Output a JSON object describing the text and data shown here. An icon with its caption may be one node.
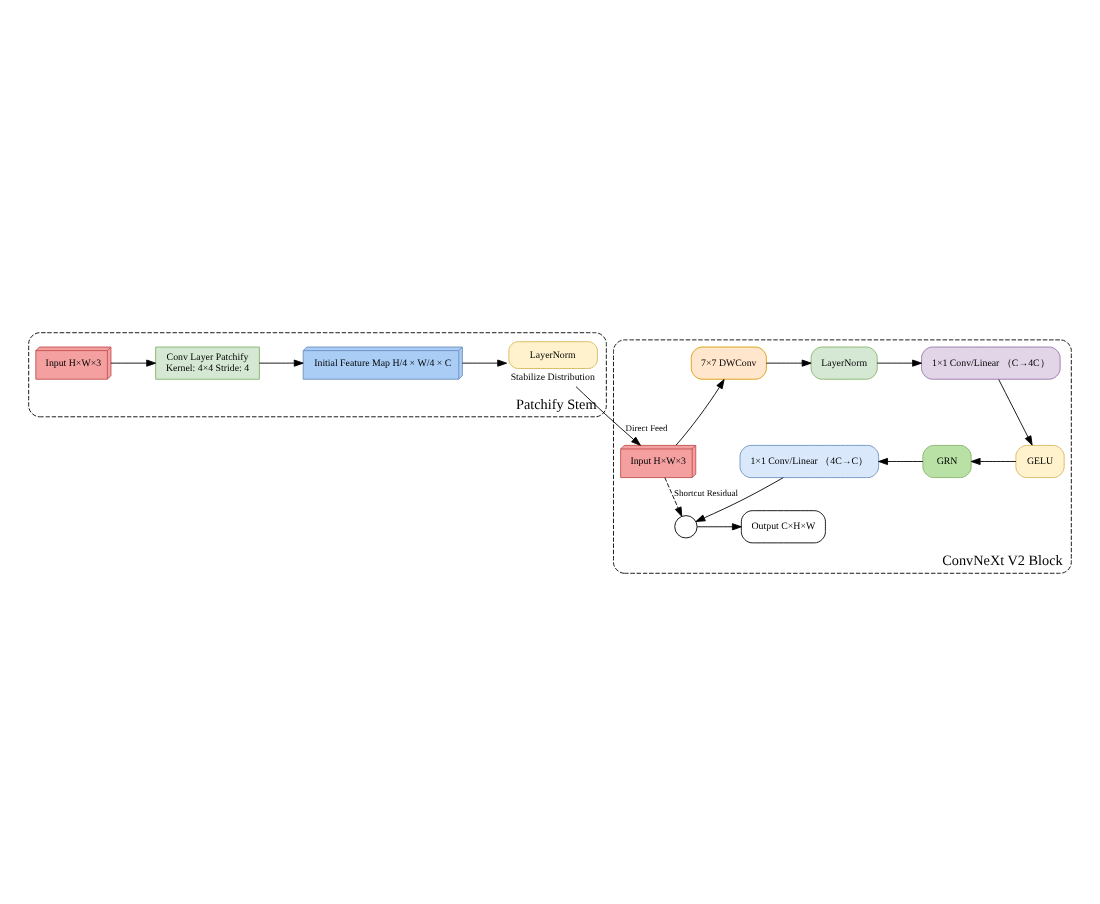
{
  "diagram": {
    "nodes": [
      {
        "text": [
          "Patchify Stem"
        ]
      },
      {
        "text": [
          "Input H×W×3"
        ],
        "in": 0
      },
      {
        "text": [
          "Conv Layer Patchify",
          "Kernel: 4×4 Stride: 4"
        ],
        "in": 0
      },
      {
        "text": [
          "Initial Feature Map H/4 × W/4 × C"
        ],
        "in": 0
      },
      {
        "text": [
          "LayerNorm"
        ],
        "in": 0,
        "beside": [
          "Stabilize Distribution"
        ]
      },
      {
        "text": [
          "ConvNeXt V2 Block"
        ]
      },
      {
        "text": [
          "Input H×W×3"
        ],
        "in": 5
      },
      {
        "text": [
          "7×7 DWConv"
        ],
        "in": 5
      },
      {
        "text": [
          "LayerNorm"
        ],
        "in": 5
      },
      {
        "text": [
          "1×1 Conv/Linear （C→4C）"
        ],
        "in": 5
      },
      {
        "text": [
          "GELU"
        ],
        "in": 5
      },
      {
        "text": [
          "GRN"
        ],
        "in": 5
      },
      {
        "text": [
          "1×1 Conv/Linear （4C→C）"
        ],
        "in": 5
      },
      {
        "text": [],
        "shape": "circle",
        "in": 5
      },
      {
        "text": [
          "Output C×H×W"
        ],
        "in": 5
      }
    ],
    "edges": [
      {
        "from": 1,
        "to": 2,
        "arrow": "to"
      },
      {
        "from": 2,
        "to": 3,
        "arrow": "to"
      },
      {
        "from": 3,
        "to": 4,
        "arrow": "to"
      },
      {
        "from": 4,
        "to": 6,
        "arrow": "to",
        "label": "Direct Feed"
      },
      {
        "from": 6,
        "to": 7,
        "arrow": "to"
      },
      {
        "from": 7,
        "to": 8,
        "arrow": "to"
      },
      {
        "from": 8,
        "to": 9,
        "arrow": "to"
      },
      {
        "from": 9,
        "to": 10,
        "arrow": "to"
      },
      {
        "from": 10,
        "to": 11,
        "arrow": "to"
      },
      {
        "from": 11,
        "to": 12,
        "arrow": "to"
      },
      {
        "from": 12,
        "to": 13,
        "arrow": "to"
      },
      {
        "from": 6,
        "to": 13,
        "arrow": "to",
        "style": "dashed",
        "label": "Shortcut Residual"
      },
      {
        "from": 13,
        "to": 14,
        "arrow": "to"
      }
    ]
  }
}
